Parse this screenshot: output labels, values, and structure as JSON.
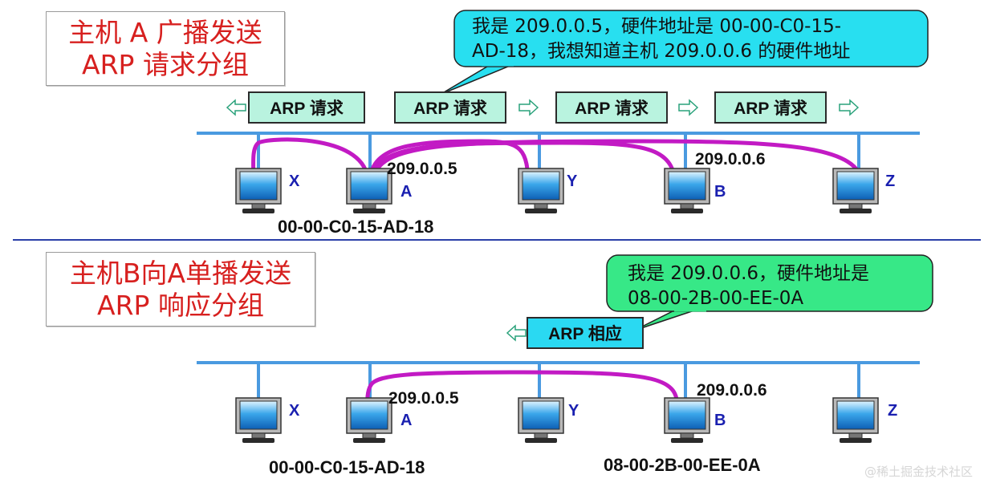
{
  "top": {
    "title_line1": "主机 A 广播发送",
    "title_line2": "ARP 请求分组",
    "bubble_line1": "我是 209.0.0.5，硬件地址是 00-00-C0-15-",
    "bubble_line2": "AD-18，我想知道主机 209.0.0.6 的硬件地址",
    "packet_label": "ARP 请求",
    "hosts": [
      {
        "label": "X"
      },
      {
        "label": "A",
        "ip": "209.0.0.5",
        "mac": "00-00-C0-15-AD-18"
      },
      {
        "label": "Y"
      },
      {
        "label": "B",
        "ip": "209.0.0.6"
      },
      {
        "label": "Z"
      }
    ]
  },
  "bottom": {
    "title_line1": "主机B向A单播发送",
    "title_line2": "ARP 响应分组",
    "bubble_line1": "我是 209.0.0.6，硬件地址是",
    "bubble_line2": "08-00-2B-00-EE-0A",
    "packet_label": "ARP 相应",
    "hosts": [
      {
        "label": "X"
      },
      {
        "label": "A",
        "ip": "209.0.0.5",
        "mac": "00-00-C0-15-AD-18"
      },
      {
        "label": "Y"
      },
      {
        "label": "B",
        "ip": "209.0.0.6",
        "mac": "08-00-2B-00-EE-0A"
      },
      {
        "label": "Z"
      }
    ]
  },
  "colors": {
    "bus": "#4a9ae0",
    "arrow": "#c21ac4",
    "divider": "#2a3fa8",
    "title": "#d7201f",
    "host_label": "#1a20b0",
    "request_packet": "#b9f3df",
    "response_packet": "#2ad9f2",
    "request_bubble": "#28dff0",
    "response_bubble": "#37e887"
  },
  "watermark": "@稀土掘金技术社区"
}
